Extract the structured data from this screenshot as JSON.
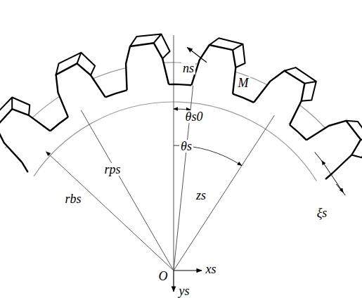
{
  "diagram": {
    "labels": [
      "ns",
      "M",
      "θs0",
      "rps",
      "θs",
      "rbs",
      "zs",
      "ξs",
      "O",
      "xs",
      "ys"
    ]
  }
}
